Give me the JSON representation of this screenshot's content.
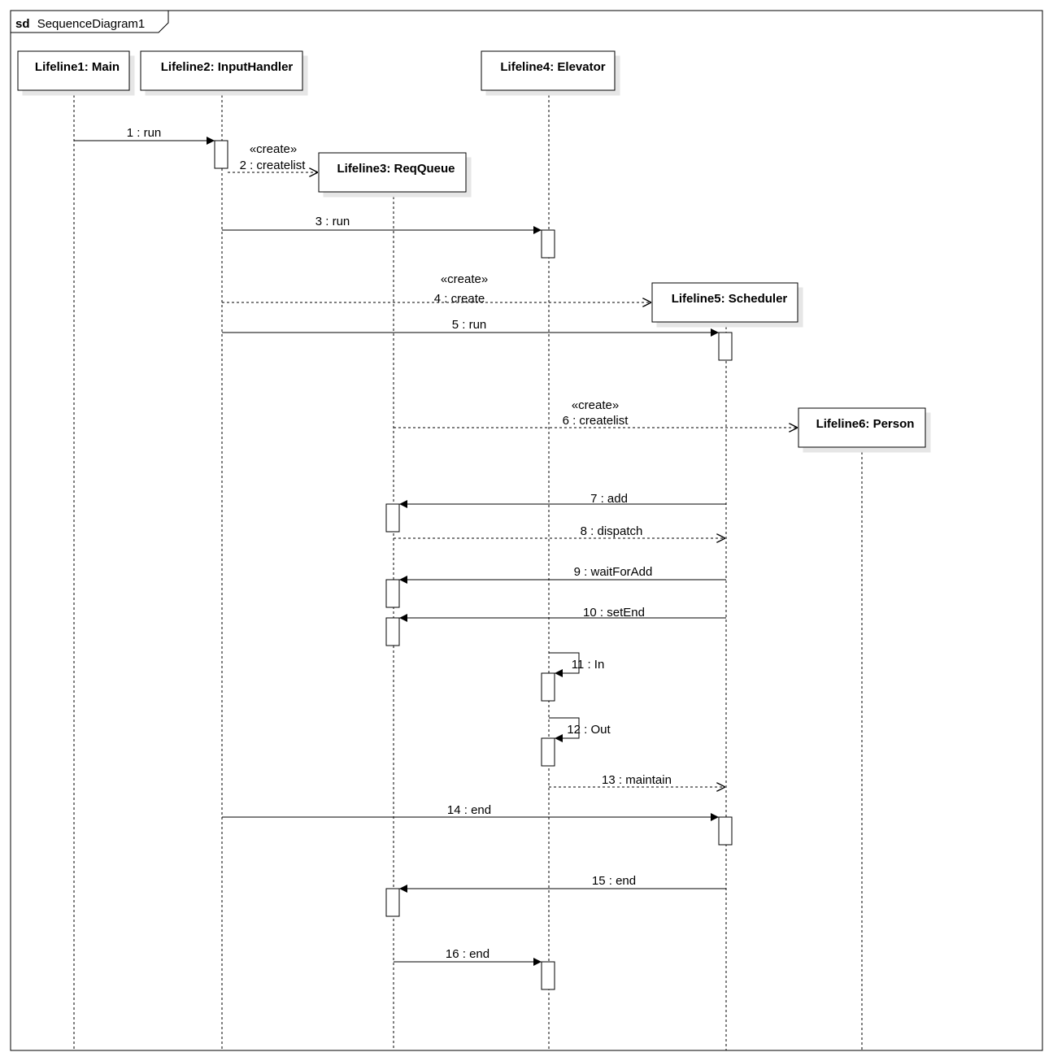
{
  "frame": {
    "kind": "sd",
    "name": "SequenceDiagram1"
  },
  "lifelines": [
    {
      "id": "main",
      "title": "Lifeline1: Main"
    },
    {
      "id": "input",
      "title": "Lifeline2: InputHandler"
    },
    {
      "id": "reqqueue",
      "title": "Lifeline3: ReqQueue"
    },
    {
      "id": "elevator",
      "title": "Lifeline4: Elevator"
    },
    {
      "id": "scheduler",
      "title": "Lifeline5: Scheduler"
    },
    {
      "id": "person",
      "title": "Lifeline6: Person"
    }
  ],
  "messages": [
    {
      "label": "1 : run",
      "from": "main",
      "to": "input",
      "kind": "sync"
    },
    {
      "label": "2 : createlist",
      "stereotype": "«create»",
      "from": "input",
      "to": "reqqueue",
      "kind": "create"
    },
    {
      "label": "3 : run",
      "from": "input",
      "to": "elevator",
      "kind": "sync"
    },
    {
      "label": "4 : create",
      "stereotype": "«create»",
      "from": "input",
      "to": "scheduler",
      "kind": "create"
    },
    {
      "label": "5 : run",
      "from": "input",
      "to": "scheduler",
      "kind": "sync"
    },
    {
      "label": "6 : createlist",
      "stereotype": "«create»",
      "from": "reqqueue",
      "to": "person",
      "kind": "create"
    },
    {
      "label": "7 : add",
      "from": "scheduler",
      "to": "reqqueue",
      "kind": "sync"
    },
    {
      "label": "8 : dispatch",
      "from": "reqqueue",
      "to": "scheduler",
      "kind": "reply"
    },
    {
      "label": "9 : waitForAdd",
      "from": "scheduler",
      "to": "reqqueue",
      "kind": "sync"
    },
    {
      "label": "10 : setEnd",
      "from": "scheduler",
      "to": "reqqueue",
      "kind": "sync"
    },
    {
      "label": "11 : In",
      "from": "elevator",
      "to": "elevator",
      "kind": "self"
    },
    {
      "label": "12 : Out",
      "from": "elevator",
      "to": "elevator",
      "kind": "self"
    },
    {
      "label": "13 : maintain",
      "from": "elevator",
      "to": "scheduler",
      "kind": "reply"
    },
    {
      "label": "14 : end",
      "from": "input",
      "to": "scheduler",
      "kind": "sync"
    },
    {
      "label": "15 : end",
      "from": "scheduler",
      "to": "reqqueue",
      "kind": "sync"
    },
    {
      "label": "16 : end",
      "from": "reqqueue",
      "to": "elevator",
      "kind": "sync"
    }
  ]
}
